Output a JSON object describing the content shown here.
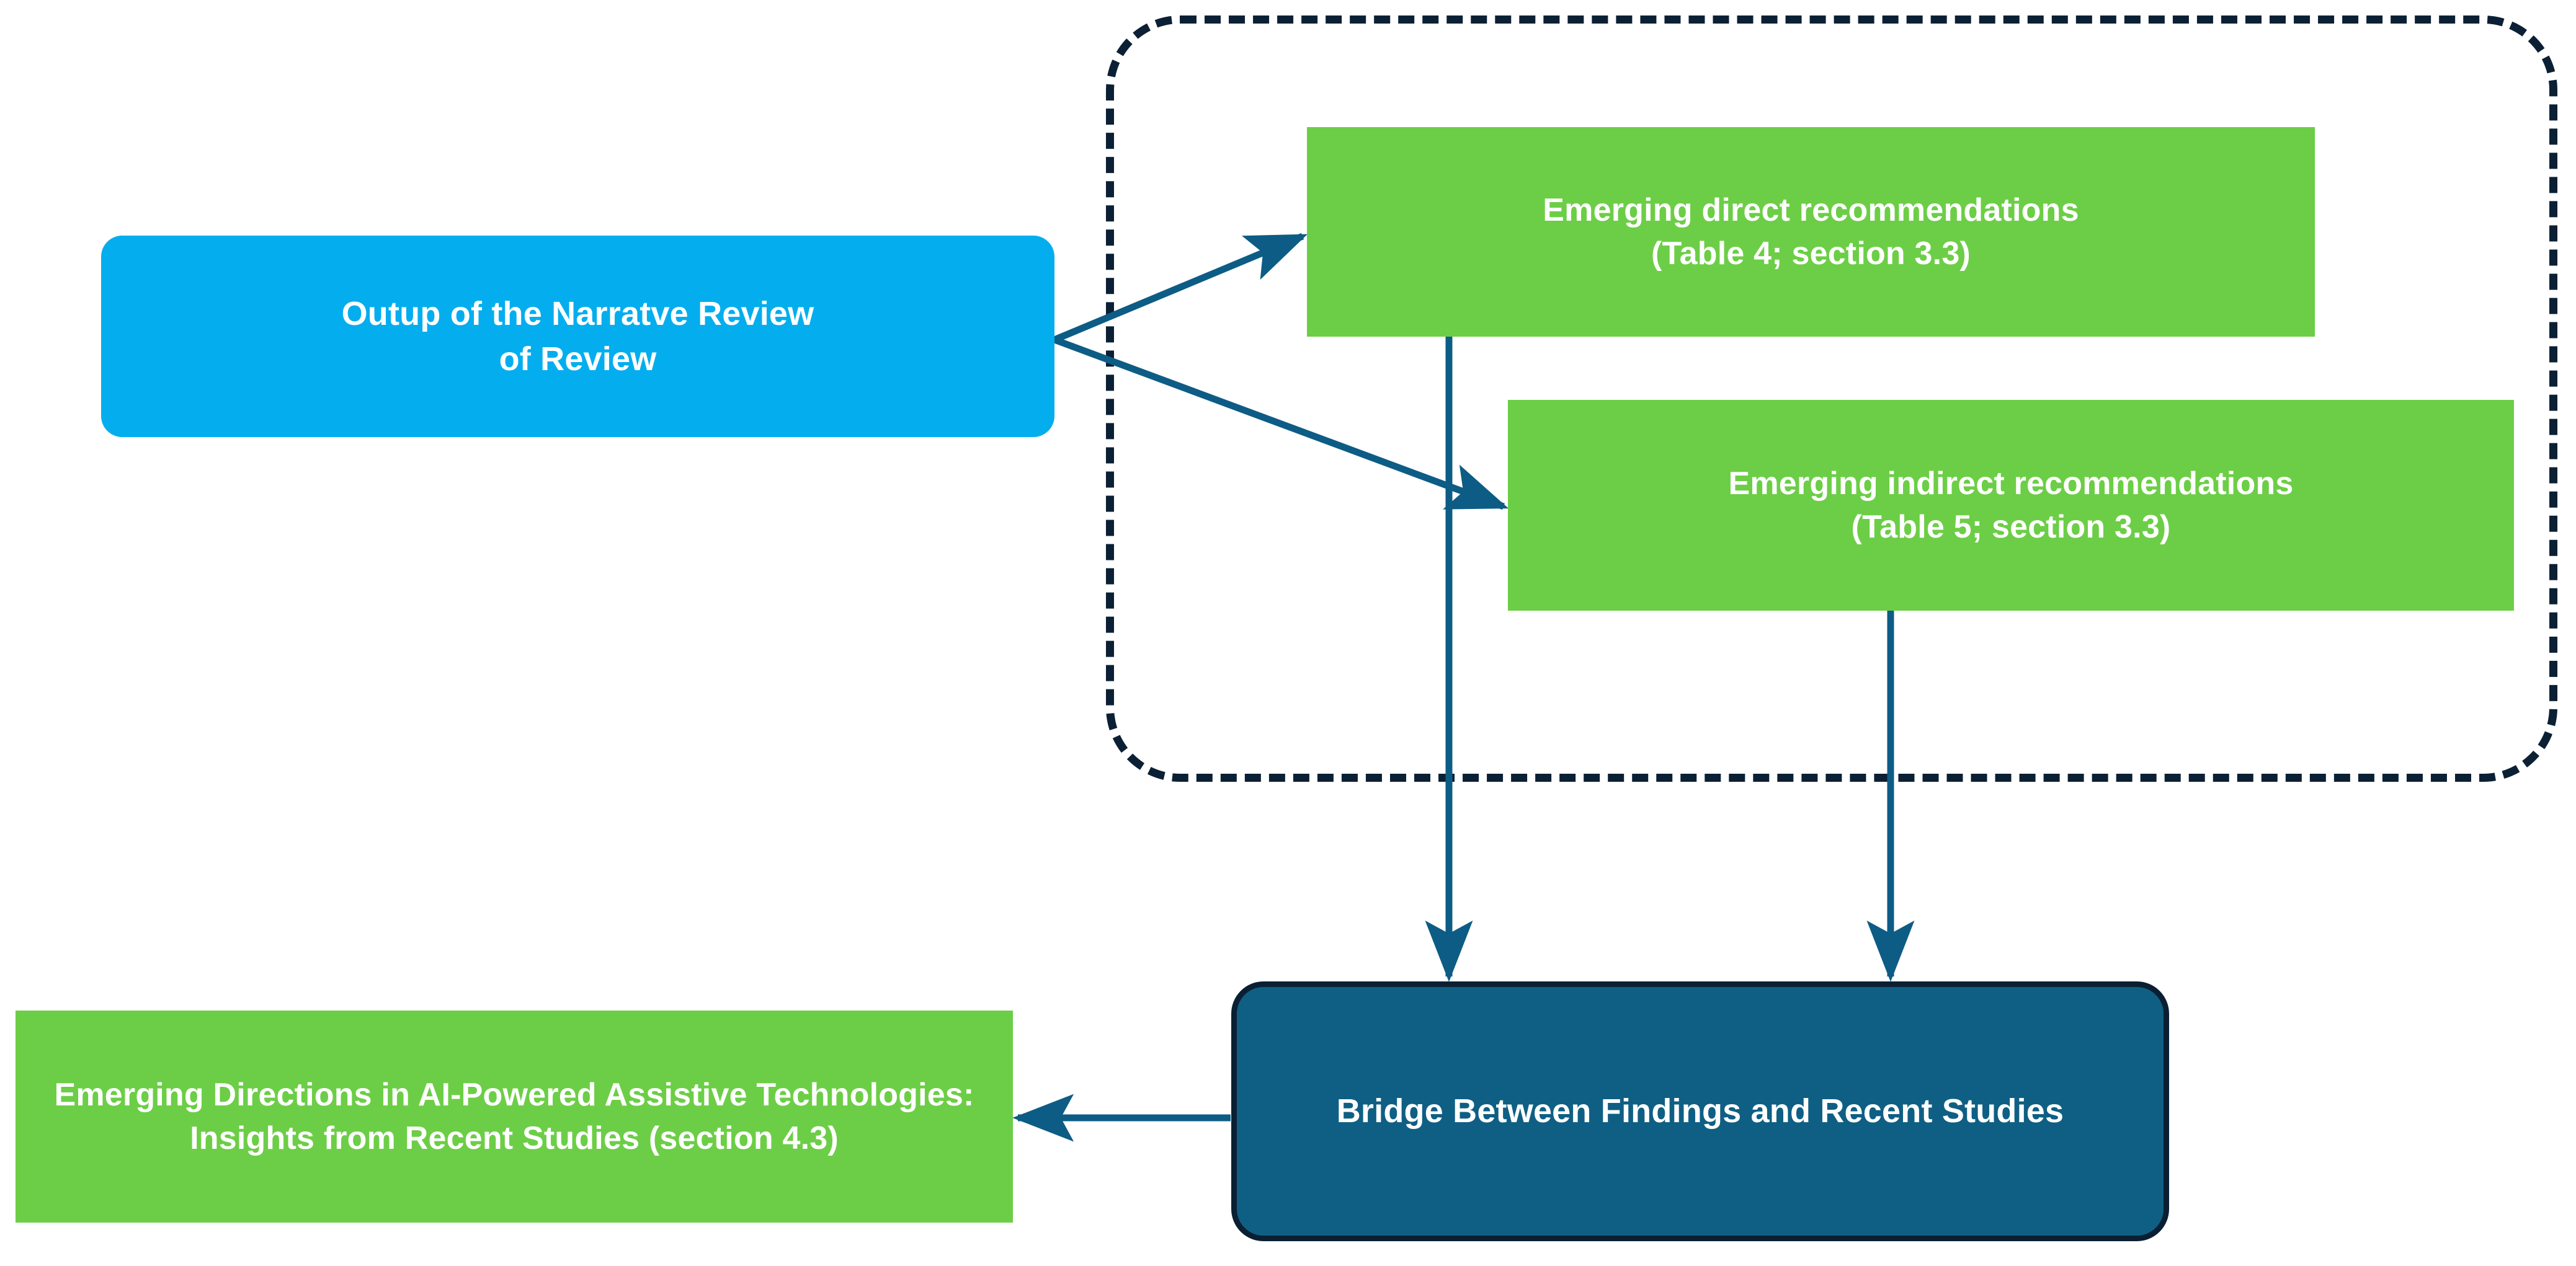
{
  "diagram": {
    "title": "Outputs of the Narrative Review of Reviews flow diagram",
    "colors": {
      "blue_node": "#04AEEE",
      "green_node": "#6CCE46",
      "teal_node": "#0F5F84",
      "navy_stroke": "#0B2034",
      "arrow": "#0D5C85",
      "text": "#FFFFFF",
      "background": "#FFFFFF"
    },
    "nodes": {
      "output_of_narrative_review": {
        "label_line1": "Outup of the Narratve Review",
        "label_line2": "of Review",
        "shape": "rounded-rectangle",
        "fill": "#04AEEE"
      },
      "emerging_direct": {
        "label_line1": "Emerging direct recommendations",
        "label_line2": "(Table 4; section 3.3)",
        "shape": "rectangle",
        "fill": "#6CCE46"
      },
      "emerging_indirect": {
        "label_line1": "Emerging indirect recommendations",
        "label_line2": "(Table 5; section 3.3)",
        "shape": "rectangle",
        "fill": "#6CCE46"
      },
      "bridge": {
        "label_line1": "Bridge Between Findings and Recent Studies",
        "shape": "rounded-rectangle",
        "fill": "#0F5F84"
      },
      "emerging_directions": {
        "label_line1": "Emerging Directions in AI-Powered Assistive Technologies:",
        "label_line2": "Insights from Recent Studies (section 4.3)",
        "shape": "rectangle",
        "fill": "#6CCE46"
      }
    },
    "group": {
      "style": "dashed-rounded-border",
      "stroke": "#0B2034",
      "label": ""
    },
    "connectors": [
      {
        "from": "output_of_narrative_review",
        "to": "emerging_direct",
        "style": "solid-arrow"
      },
      {
        "from": "output_of_narrative_review",
        "to": "emerging_indirect",
        "style": "solid-arrow"
      },
      {
        "from": "emerging_direct",
        "to": "bridge",
        "style": "solid-arrow"
      },
      {
        "from": "emerging_indirect",
        "to": "bridge",
        "style": "solid-arrow"
      },
      {
        "from": "bridge",
        "to": "emerging_directions",
        "style": "solid-arrow"
      }
    ]
  }
}
